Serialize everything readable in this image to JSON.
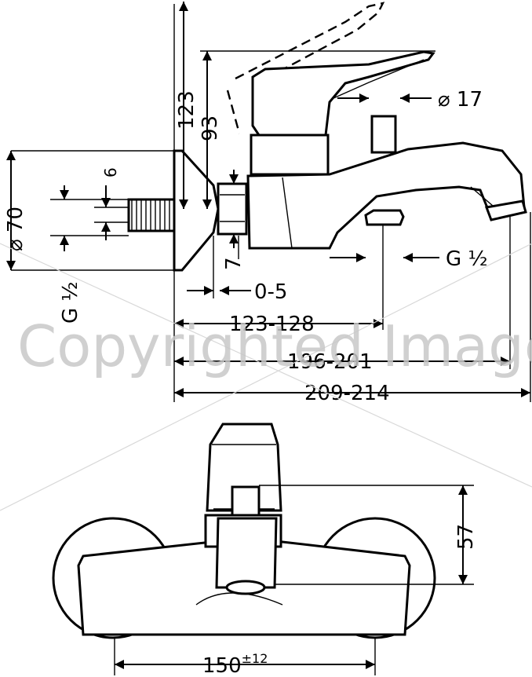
{
  "dimensions": {
    "height_total": "123",
    "height_lever": "93",
    "diameter_flange": "⌀ 70",
    "thread_in": "G ½",
    "offset_small": "6",
    "handle_dia": "⌀  17",
    "outlet_thread": "G ½",
    "nut_width": "7",
    "gap": "0-5",
    "d1": "123-128",
    "d2": "196-201",
    "d3": "209-214",
    "front_height": "57",
    "centers": "150",
    "centers_tol": "±12"
  },
  "watermark": "Copyrighted Image"
}
